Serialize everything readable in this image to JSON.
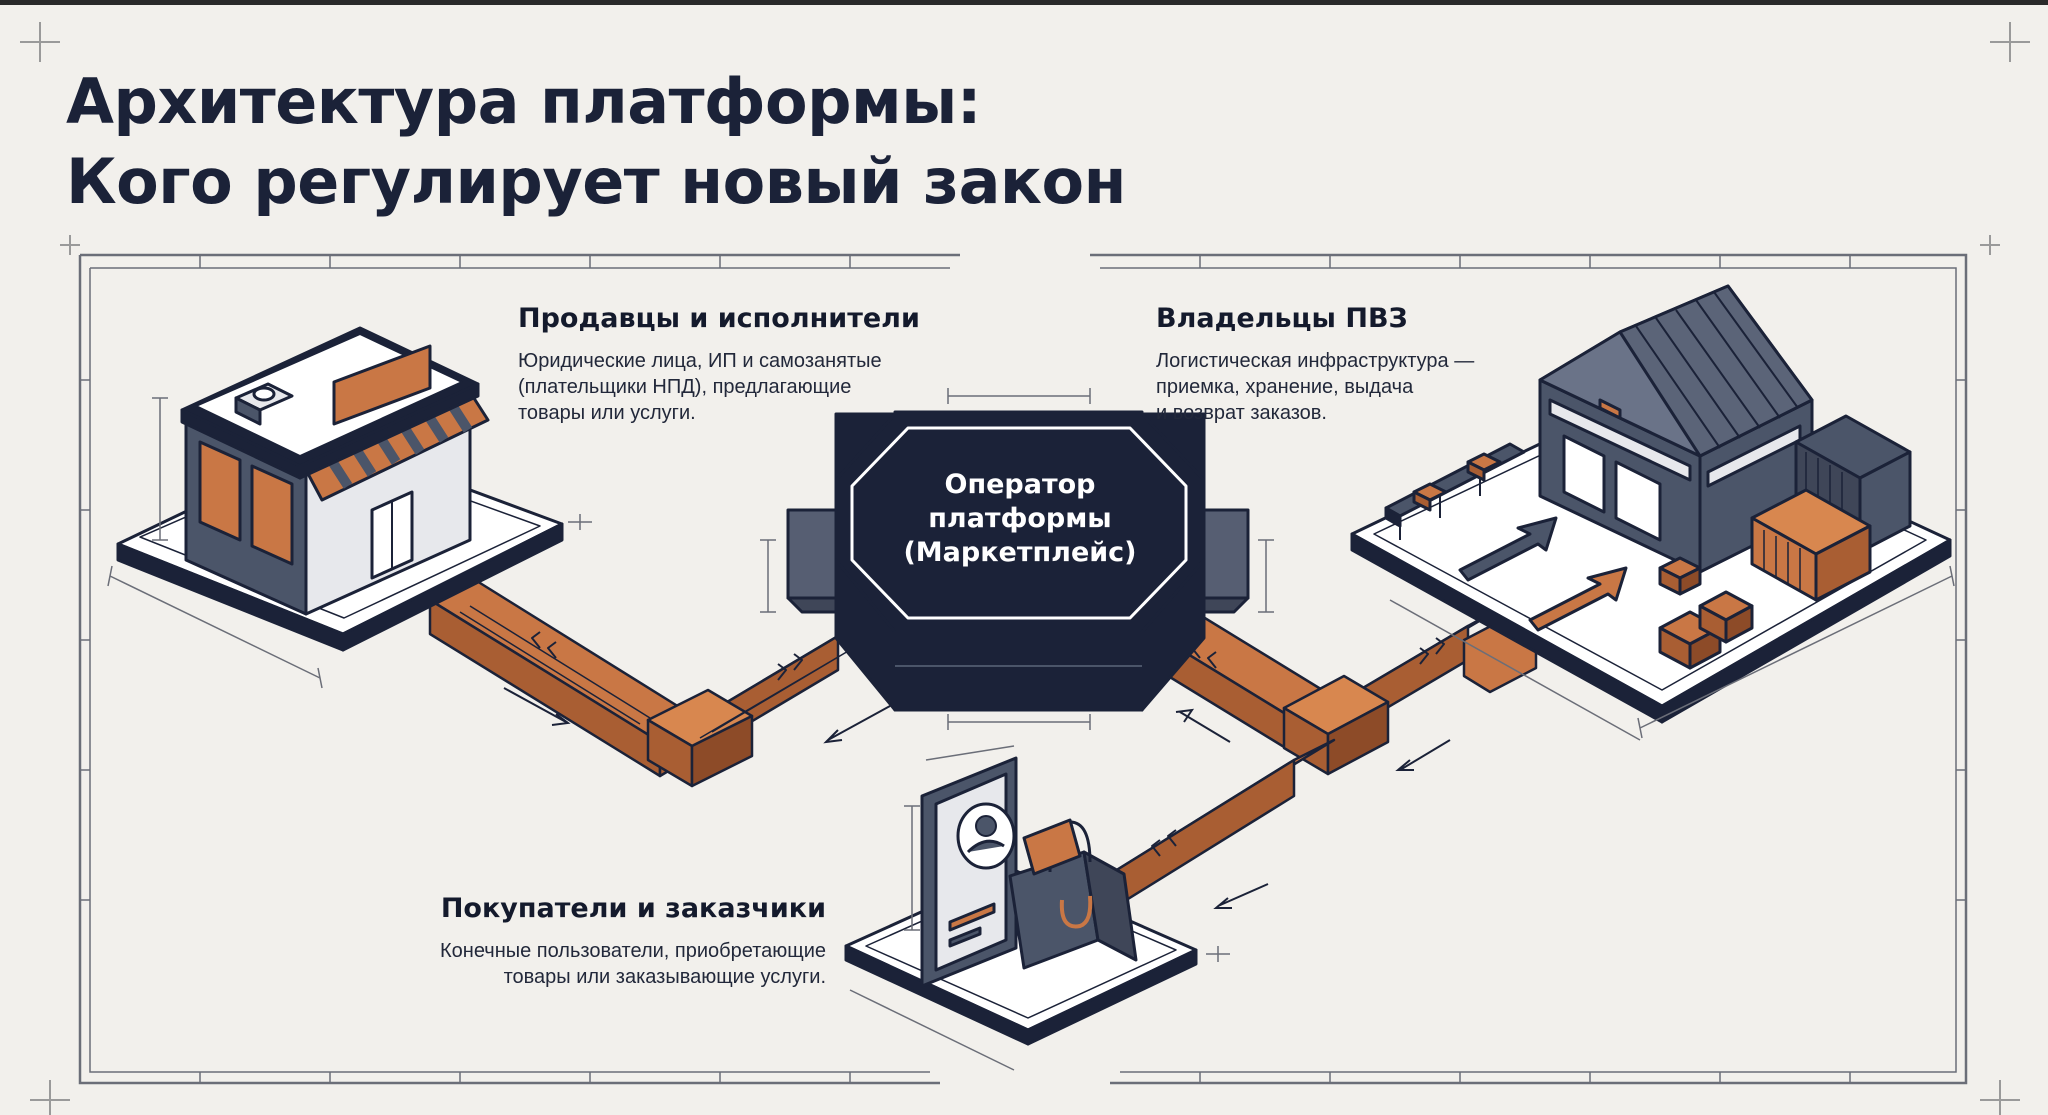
{
  "title": {
    "line1": "Архитектура платформы:",
    "line2": "Кого регулирует новый закон"
  },
  "operator": {
    "line1": "Оператор",
    "line2": "платформы",
    "line3": "(Маркетплейс)"
  },
  "sellers": {
    "heading": "Продавцы и исполнители",
    "description": "Юридические лица, ИП и самозанятые\n(плательщики НПД), предлагающие\nтовары или услуги."
  },
  "pvz": {
    "heading": "Владельцы ПВЗ",
    "description": "Логистическая инфраструктура —\nприемка, хранение, выдача\nи возврат заказов."
  },
  "buyers": {
    "heading": "Покупатели и заказчики",
    "description": "Конечные пользователи, приобретающие\nтовары или заказывающие услуги."
  },
  "colors": {
    "navy": "#1b2238",
    "slate": "#4b5569",
    "orange": "#c97745",
    "background": "#f2f0ec"
  }
}
